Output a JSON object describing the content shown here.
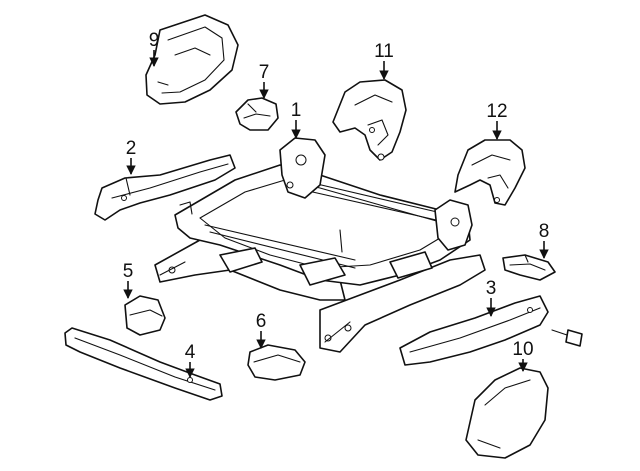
{
  "diagram": {
    "callouts": [
      {
        "id": "9",
        "label": "9"
      },
      {
        "id": "7",
        "label": "7"
      },
      {
        "id": "1",
        "label": "1"
      },
      {
        "id": "11",
        "label": "11"
      },
      {
        "id": "12",
        "label": "12"
      },
      {
        "id": "2",
        "label": "2"
      },
      {
        "id": "8",
        "label": "8"
      },
      {
        "id": "5",
        "label": "5"
      },
      {
        "id": "3",
        "label": "3"
      },
      {
        "id": "6",
        "label": "6"
      },
      {
        "id": "4",
        "label": "4"
      },
      {
        "id": "10",
        "label": "10"
      }
    ]
  },
  "colors": {
    "line": "#111111",
    "background": "#ffffff"
  }
}
